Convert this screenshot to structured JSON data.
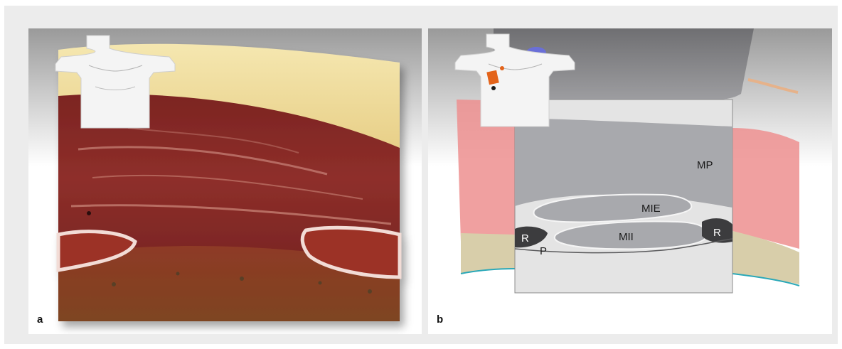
{
  "panels": [
    {
      "letter": "a"
    },
    {
      "letter": "b"
    }
  ],
  "labels": {
    "mp": "MP",
    "mie": "MIE",
    "mii": "MII",
    "r_left": "R",
    "r_right": "R",
    "p": "P"
  },
  "colors": {
    "muscle": "#8a2a26",
    "fat": "#f0dc9c",
    "diagram_muscle": "#a8a9ad",
    "rib": "#3c3c3e",
    "skin_pink": "#e88a8a",
    "bone_beige": "#d8ceaa"
  }
}
